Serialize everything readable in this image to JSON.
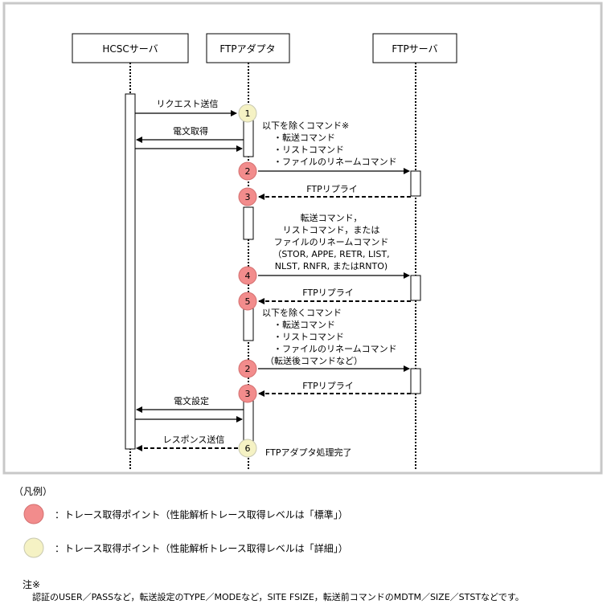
{
  "lifelines": {
    "hcsc": "HCSCサーバ",
    "adapter": "FTPアダプタ",
    "ftp": "FTPサーバ"
  },
  "messages": {
    "request": "リクエスト送信",
    "telegram_get": "電文取得",
    "ftp_reply": "FTPリプライ",
    "telegram_set": "電文設定",
    "response": "レスポンス送信",
    "complete": "FTPアダプタ処理完了"
  },
  "note1": [
    "以下を除くコマンド※",
    "・転送コマンド",
    "・リストコマンド",
    "・ファイルのリネームコマンド"
  ],
  "note2": [
    "転送コマンド，",
    "リストコマンド，または",
    "ファイルのリネームコマンド",
    "（STOR, APPE, RETR, LIST,",
    "NLST, RNFR, またはRNTO)"
  ],
  "note3": [
    "以下を除くコマンド",
    "・転送コマンド",
    "・リストコマンド",
    "・ファイルのリネームコマンド",
    "（転送後コマンドなど）"
  ],
  "points": [
    "1",
    "2",
    "3",
    "4",
    "5",
    "2",
    "3",
    "6"
  ],
  "legend": {
    "title": "（凡例）",
    "red": "：トレース取得ポイント（性能解析トレース取得レベルは「標準」）",
    "yellow": "：トレース取得ポイント（性能解析トレース取得レベルは「詳細」）"
  },
  "footnote": {
    "mark": "注※",
    "text": "認証のUSER／PASSなど，転送設定のTYPE／MODEなど，SITE FSIZE，転送前コマンドのMDTM／SIZE／STSTなどです。"
  },
  "colors": {
    "red_point": "#f28c8c",
    "yellow_point": "#f5f2c4",
    "frame_border": "#c8c8c8"
  }
}
